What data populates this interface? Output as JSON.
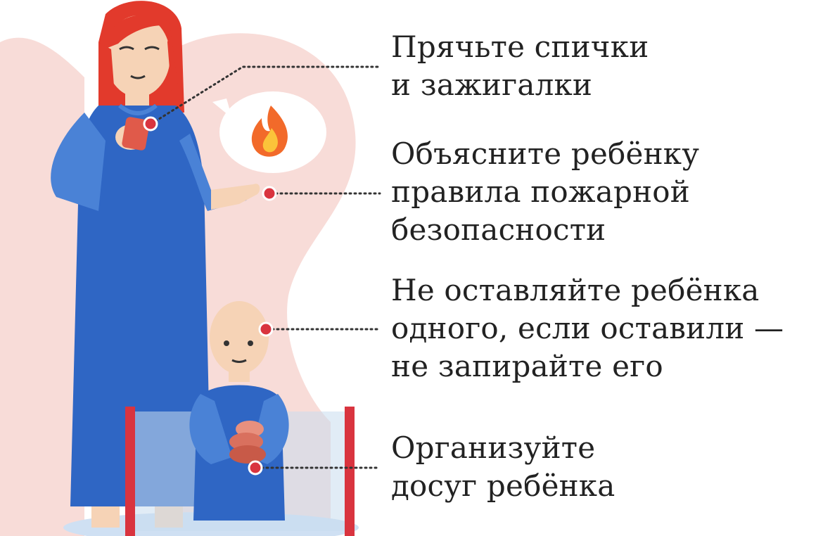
{
  "tips": [
    {
      "lines": [
        "Прячьте спички",
        "и зажигалки"
      ]
    },
    {
      "lines": [
        "Объясните ребёнку",
        "правила пожарной",
        "безопасности"
      ]
    },
    {
      "lines": [
        "Не оставляйте ребёнка",
        "одного, если оставили —",
        "не запирайте его"
      ]
    },
    {
      "lines": [
        "Организуйте",
        "досуг ребёнка"
      ]
    }
  ],
  "colors": {
    "dress_blue": "#2f66c4",
    "dress_light": "#4a82d6",
    "hair_red": "#e23a2c",
    "skin": "#f6d3b6",
    "blob_pink": "#f8dcd8",
    "marker_red": "#d9343f",
    "text": "#222222",
    "fire_orange": "#f26a2a",
    "fire_yellow": "#fbc33a"
  },
  "icons": [
    "fire-icon",
    "phone-icon",
    "toy-blocks-icon",
    "speech-bubble-icon"
  ]
}
